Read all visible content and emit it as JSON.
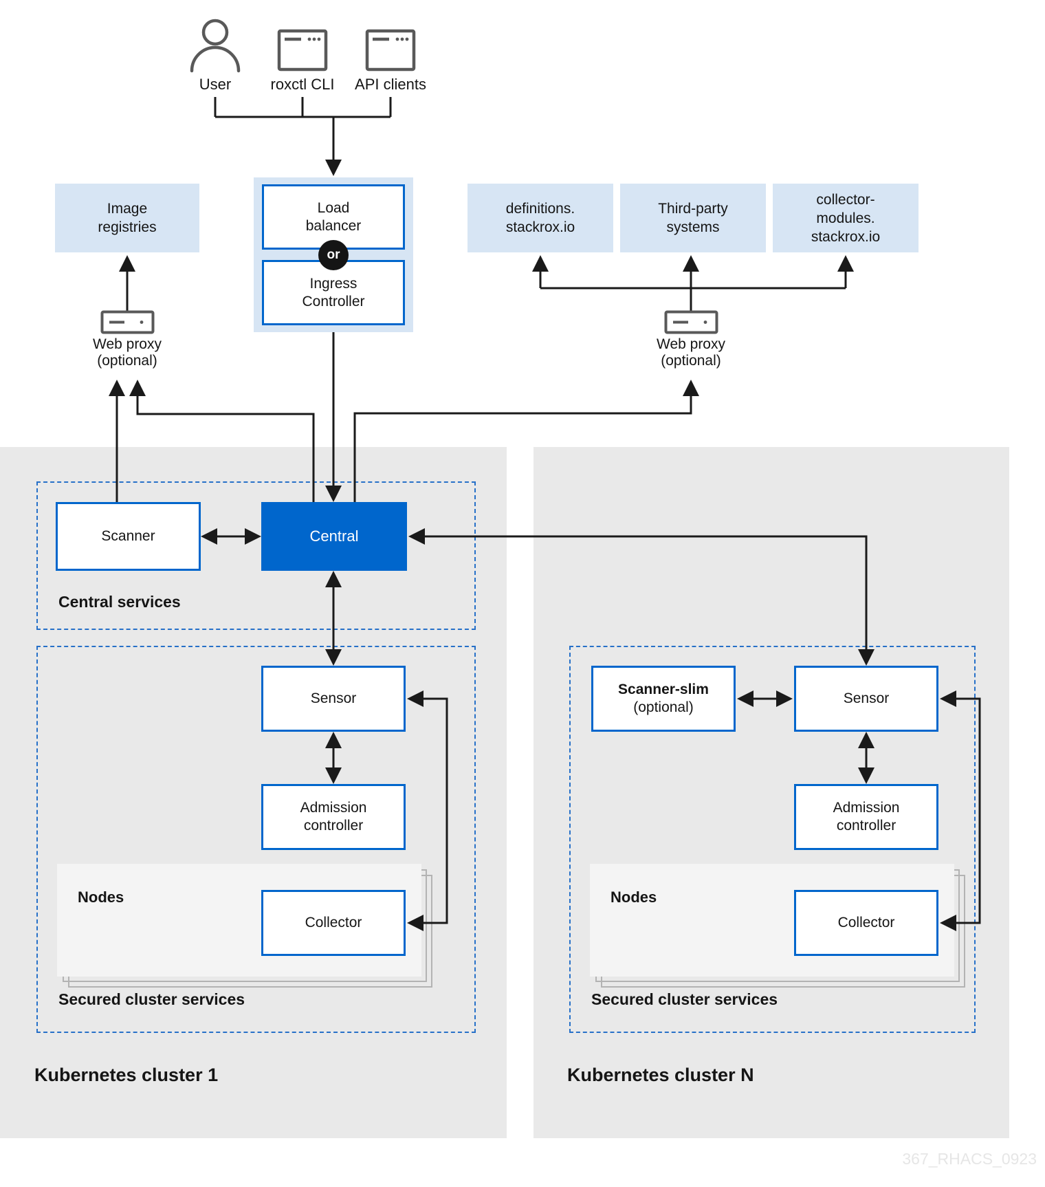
{
  "actors": {
    "user": "User",
    "roxctl_cli": "roxctl CLI",
    "api_clients": "API clients"
  },
  "ingress_group": {
    "load_balancer": "Load\nbalancer",
    "or_badge": "or",
    "ingress_controller": "Ingress\nController"
  },
  "external": {
    "image_registries": "Image\nregistries",
    "definitions": "definitions.\nstackrox.io",
    "third_party": "Third-party\nsystems",
    "collector_modules": "collector-\nmodules.\nstackrox.io",
    "web_proxy_left": "Web proxy\n(optional)",
    "web_proxy_right": "Web proxy\n(optional)"
  },
  "central_services": {
    "label": "Central services",
    "scanner": "Scanner",
    "central": "Central"
  },
  "cluster1": {
    "label": "Kubernetes cluster 1",
    "secured_label": "Secured cluster services",
    "sensor": "Sensor",
    "admission_controller": "Admission\ncontroller",
    "nodes": "Nodes",
    "collector": "Collector"
  },
  "clusterN": {
    "label": "Kubernetes cluster N",
    "secured_label": "Secured cluster services",
    "scanner_slim": "Scanner-slim",
    "scanner_slim_note": "(optional)",
    "sensor": "Sensor",
    "admission_controller": "Admission\ncontroller",
    "nodes": "Nodes",
    "collector": "Collector"
  },
  "watermark": "367_RHACS_0923",
  "colors": {
    "accent_blue": "#0066cc",
    "light_blue": "#d7e5f4",
    "cluster_gray": "#e9e9e9",
    "nodes_gray": "#f4f4f4",
    "dashed_border": "#2670c8",
    "line": "#1a1a1a"
  }
}
